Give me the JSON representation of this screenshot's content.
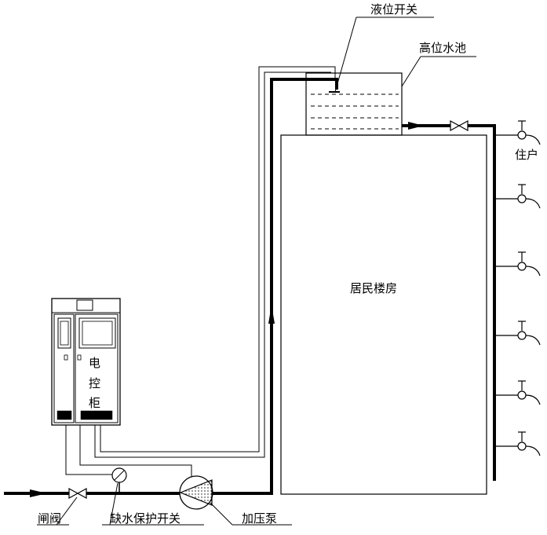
{
  "labels": {
    "level_switch": "液位开关",
    "high_tank": "高位水池",
    "resident": "住户",
    "building": "居民楼房",
    "control_cabinet": [
      "电",
      "控",
      "柜"
    ],
    "gate_valve": "闸阀",
    "low_water_switch": "缺水保护开关",
    "booster_pump": "加压泵"
  },
  "colors": {
    "line": "#000000",
    "background": "#ffffff"
  },
  "icons": [
    "valve-icon",
    "pressure-gauge-icon",
    "pump-icon",
    "faucet-icon",
    "flow-arrow-icon"
  ]
}
